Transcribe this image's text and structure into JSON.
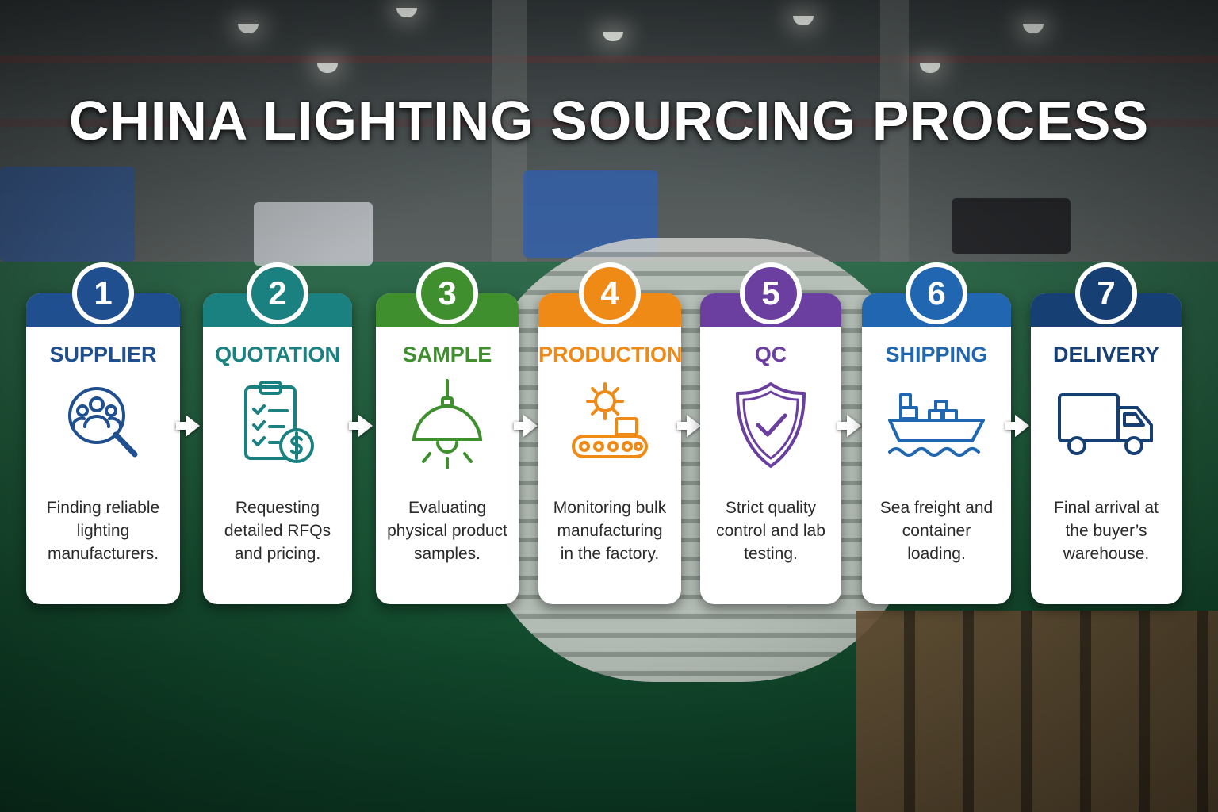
{
  "title": "CHINA LIGHTING SOURCING PROCESS",
  "colors": {
    "step1": "#1f4f8f",
    "step2": "#1a8080",
    "step3": "#3f8f2f",
    "step4": "#ef8a17",
    "step5": "#6a3fa0",
    "step6": "#2066b0",
    "step7": "#163f73"
  },
  "steps": [
    {
      "number": "1",
      "title": "SUPPLIER",
      "icon": "magnifier-people-icon",
      "desc": "Finding reliable lighting manufacturers."
    },
    {
      "number": "2",
      "title": "QUOTATION",
      "icon": "clipboard-dollar-icon",
      "desc": "Requesting detailed RFQs and pricing."
    },
    {
      "number": "3",
      "title": "SAMPLE",
      "icon": "pendant-lamp-icon",
      "desc": "Evaluating physical product samples."
    },
    {
      "number": "4",
      "title": "PRODUCTION",
      "icon": "gear-conveyor-icon",
      "desc": "Monitoring bulk manufacturing in the factory."
    },
    {
      "number": "5",
      "title": "QC",
      "icon": "shield-check-icon",
      "desc": "Strict quality control and lab testing."
    },
    {
      "number": "6",
      "title": "SHIPPING",
      "icon": "cargo-ship-icon",
      "desc": "Sea freight and container loading."
    },
    {
      "number": "7",
      "title": "DELIVERY",
      "icon": "delivery-truck-icon",
      "desc": "Final arrival at the buyer’s warehouse."
    }
  ]
}
